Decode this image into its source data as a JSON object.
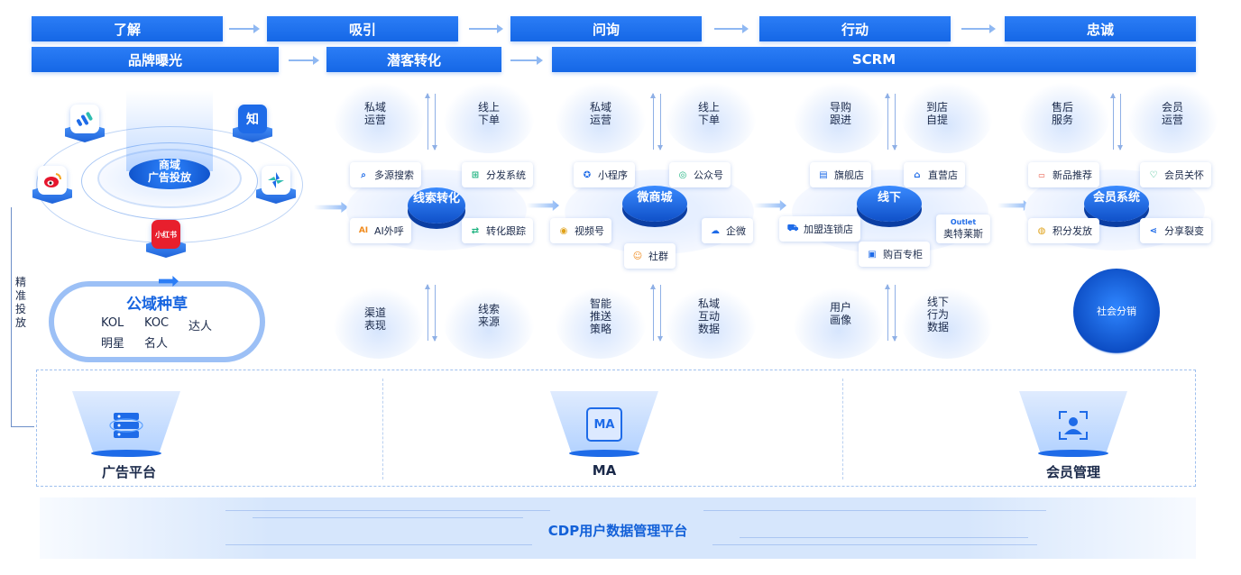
{
  "stages_top": [
    "了解",
    "吸引",
    "问询",
    "行动",
    "忠诚"
  ],
  "stages_bottom": [
    "品牌曝光",
    "潜客转化",
    "SCRM"
  ],
  "left": {
    "hub_line1": "商域",
    "hub_line2": "广告投放",
    "platforms": [
      {
        "label": "",
        "icon": "app-logo-icon"
      },
      {
        "label": "知",
        "icon": "zhihu-icon"
      },
      {
        "label": "",
        "icon": "weibo-icon"
      },
      {
        "label": "",
        "icon": "pinwheel-app-icon"
      },
      {
        "label": "小红书",
        "icon": "xiaohongshu-icon"
      }
    ],
    "pill_title": "公域种草",
    "pill_words": [
      "KOL",
      "KOC",
      "达人",
      "明星",
      "名人"
    ],
    "vertical_label": "精准投放"
  },
  "hubs": [
    {
      "title": "线索转化",
      "top_left": [
        "私域",
        "运营"
      ],
      "top_right": [
        "线上",
        "下单"
      ],
      "bottom_left": [
        "渠道",
        "表现"
      ],
      "bottom_right": [
        "线索",
        "来源"
      ],
      "chips": [
        {
          "label": "多源搜索",
          "icon": "search-icon"
        },
        {
          "label": "分发系统",
          "icon": "distribution-icon"
        },
        {
          "label": "AI外呼",
          "icon": "ai-call-icon"
        },
        {
          "label": "转化跟踪",
          "icon": "conversion-icon"
        }
      ]
    },
    {
      "title": "微商城",
      "top_left": [
        "私域",
        "运营"
      ],
      "top_right": [
        "线上",
        "下单"
      ],
      "bottom_left": [
        "智能",
        "推送",
        "策略"
      ],
      "bottom_right": [
        "私域",
        "互动",
        "数据"
      ],
      "chips": [
        {
          "label": "小程序",
          "icon": "mini-program-icon"
        },
        {
          "label": "公众号",
          "icon": "official-account-icon"
        },
        {
          "label": "视频号",
          "icon": "video-account-icon"
        },
        {
          "label": "企微",
          "icon": "wecom-icon"
        },
        {
          "label": "社群",
          "icon": "community-icon"
        }
      ]
    },
    {
      "title": "线下",
      "top_left": [
        "导购",
        "跟进"
      ],
      "top_right": [
        "到店",
        "自提"
      ],
      "bottom_left": [
        "用户",
        "画像"
      ],
      "bottom_right": [
        "线下",
        "行为",
        "数据"
      ],
      "chips": [
        {
          "label": "旗舰店",
          "icon": "flagship-store-icon"
        },
        {
          "label": "直营店",
          "icon": "direct-store-icon"
        },
        {
          "label": "加盟连锁店",
          "icon": "franchise-store-icon"
        },
        {
          "label": "奥特莱斯",
          "icon": "outlet-icon",
          "tag": "Outlet"
        },
        {
          "label": "购百专柜",
          "icon": "department-counter-icon"
        }
      ]
    },
    {
      "title": "会员系统",
      "top_left": [
        "售后",
        "服务"
      ],
      "top_right": [
        "会员",
        "运营"
      ],
      "chips": [
        {
          "label": "新品推荐",
          "icon": "new-product-icon"
        },
        {
          "label": "会员关怀",
          "icon": "member-care-icon"
        },
        {
          "label": "积分发放",
          "icon": "points-icon"
        },
        {
          "label": "分享裂变",
          "icon": "share-icon"
        }
      ],
      "orb": "社会分销"
    }
  ],
  "bottom": [
    {
      "label": "广告平台",
      "icon": "server-stack-icon"
    },
    {
      "label": "MA",
      "icon": "ma-icon",
      "icon_text": "MA"
    },
    {
      "label": "会员管理",
      "icon": "member-profile-icon"
    }
  ],
  "cdp": "CDP用户数据管理平台",
  "colors": {
    "primary": "#1567e6",
    "light": "#d6e6fc",
    "text": "#1b2a4a"
  }
}
